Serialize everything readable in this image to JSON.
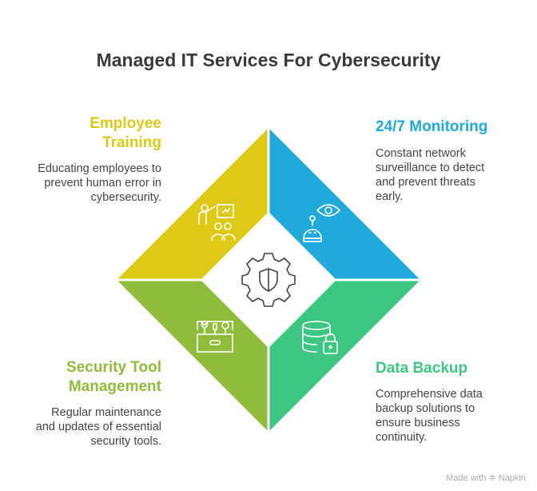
{
  "title": "Managed IT Services For Cybersecurity",
  "sections": [
    {
      "heading": "Employee Training",
      "heading_lines": [
        "Employee",
        "Training"
      ],
      "description_lines": [
        "Educating employees to",
        "prevent human error in",
        "cybersecurity."
      ],
      "color": "#DDC916",
      "icon": "teacher-students-icon"
    },
    {
      "heading": "24/7 Monitoring",
      "description_lines": [
        "Constant network",
        "surveillance to detect",
        "and prevent threats",
        "early."
      ],
      "color": "#20A9DA",
      "icon": "eye-robot-icon"
    },
    {
      "heading": "Security Tool Management",
      "heading_lines": [
        "Security Tool",
        "Management"
      ],
      "description_lines": [
        "Regular maintenance",
        "and updates of essential",
        "security tools."
      ],
      "color": "#8FBC3A",
      "icon": "toolbox-icon"
    },
    {
      "heading": "Data Backup",
      "description_lines": [
        "Comprehensive data",
        "backup solutions to",
        "ensure business",
        "continuity."
      ],
      "color": "#3CC681",
      "icon": "database-lock-icon"
    }
  ],
  "center_icon": "gear-shield-icon",
  "footer": "Made with",
  "footer_brand": "Napkin"
}
